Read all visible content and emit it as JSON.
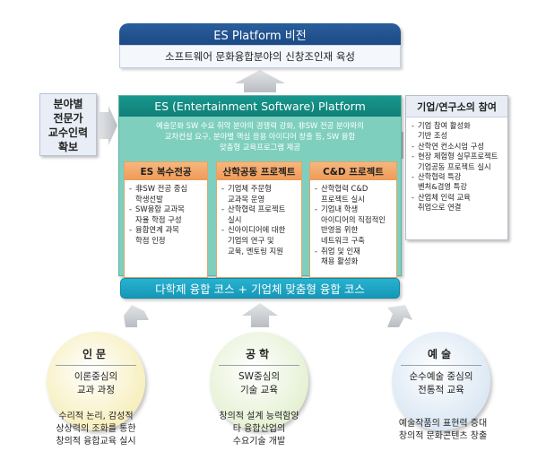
{
  "vision": {
    "title": "ES Platform 비전",
    "subtitle": "소프트웨어 문화융합분야의 신창조인재 육성"
  },
  "left_box": {
    "lines": [
      "분야별",
      "전문가",
      "교수인력",
      "확보"
    ]
  },
  "right_box": {
    "title": "기업/연구소의 참여",
    "items": [
      {
        "text": "기업 참여 활성화",
        "bullet": true
      },
      {
        "text": "기반 조성",
        "bullet": false
      },
      {
        "text": "산학연 컨소시엄 구성",
        "bullet": true
      },
      {
        "text": "현장 체험형 실무프로젝트",
        "bullet": true
      },
      {
        "text": "기업공동 프로젝트 실시",
        "bullet": false
      },
      {
        "text": "산학협력 특강",
        "bullet": true
      },
      {
        "text": "벤처&겸영 특강",
        "bullet": false
      },
      {
        "text": "산업체 인력 교육",
        "bullet": true
      },
      {
        "text": "취업으로 연결",
        "bullet": false
      }
    ]
  },
  "platform": {
    "title": "ES (Entertainment Software) Platform",
    "desc_lines": [
      "예술문화 SW 수요 취약 분야의 경쟁력 강화, 非SW 전공 분야와의",
      "교차컨설 요구, 분야별 핵심 응용 아이디어 창출 등, SW 융합",
      "맞춤형 교육프로그램 제공"
    ],
    "columns": [
      {
        "title": "ES 복수전공",
        "items": [
          {
            "text": "非SW 전공 중심",
            "bullet": true
          },
          {
            "text": "학생선발",
            "bullet": false
          },
          {
            "text": "SW융합 교과목",
            "bullet": true
          },
          {
            "text": "자율 학점 구성",
            "bullet": false
          },
          {
            "text": "융합연계 과목",
            "bullet": true
          },
          {
            "text": "학점 인정",
            "bullet": false
          }
        ]
      },
      {
        "title": "산학공동 프로젝트",
        "items": [
          {
            "text": "기업체 주문형",
            "bullet": true
          },
          {
            "text": "교과목 운영",
            "bullet": false
          },
          {
            "text": "산학협력 프로젝트",
            "bullet": true
          },
          {
            "text": "실시",
            "bullet": false
          },
          {
            "text": "신아이디어에 대한",
            "bullet": true
          },
          {
            "text": "기업의 연구 및",
            "bullet": false
          },
          {
            "text": "교육, 멘토링 지원",
            "bullet": false
          }
        ]
      },
      {
        "title": "C&D 프로젝트",
        "items": [
          {
            "text": "산학협력 C&D",
            "bullet": true
          },
          {
            "text": "프로젝트 실시",
            "bullet": false
          },
          {
            "text": "기업내 학생",
            "bullet": true
          },
          {
            "text": "아이디어의 직접적인",
            "bullet": false
          },
          {
            "text": "반영을 위한",
            "bullet": false
          },
          {
            "text": "네트워크 구축",
            "bullet": false
          },
          {
            "text": "취업 및 인재",
            "bullet": true
          },
          {
            "text": "채용 활성화",
            "bullet": false
          }
        ]
      }
    ]
  },
  "bottom_bar": {
    "text": "다학제 융합 코스 + 기업체 맞춤형 융합 코스"
  },
  "circles": [
    {
      "title": "인문",
      "sub_lines": [
        "이론중심의",
        "교과 과정"
      ],
      "caption_lines": [
        "수리적 논리, 감성적",
        "상상력의 조화를 통한",
        "창의적 융합교육 실시"
      ],
      "color": "#f7efbf"
    },
    {
      "title": "공학",
      "sub_lines": [
        "SW중심의",
        "기술 교육"
      ],
      "caption_lines": [
        "창의적 설계 능력함양",
        "타 융합산업의",
        "수요기술 개발"
      ],
      "color": "#e6f1d4"
    },
    {
      "title": "예술",
      "sub_lines": [
        "순수예술 중심의",
        "전통적 교육"
      ],
      "caption_lines": [
        "예술작품의 표현력 증대",
        "창의적 문화콘텐츠 창출"
      ],
      "color": "#dbe8f4"
    }
  ],
  "colors": {
    "vision_header": "#1c4a85",
    "platform_bg": "#7fcfbf",
    "platform_header": "#0f7f77",
    "column_header": "#ee9a57",
    "bottom_bar": "#1698b7",
    "arrow": "#c9ccd1"
  }
}
